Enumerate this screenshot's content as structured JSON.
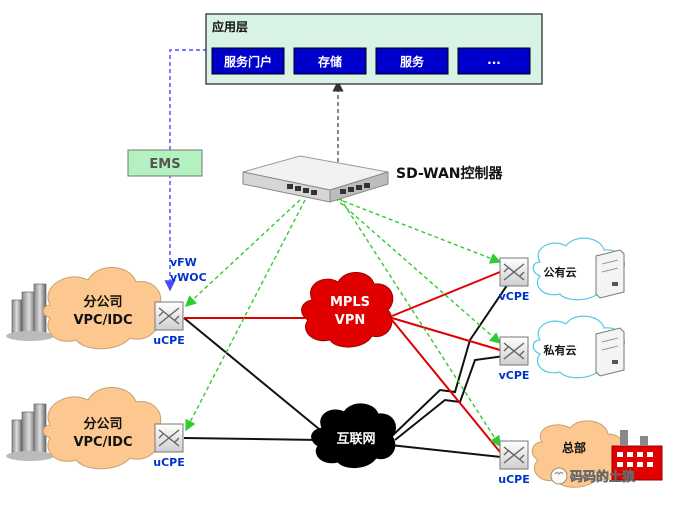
{
  "app_layer": {
    "title": "应用层",
    "buttons": [
      "服务门户",
      "存储",
      "服务",
      "..."
    ]
  },
  "ems": {
    "label": "EMS"
  },
  "controller": {
    "label": "SD-WAN控制器"
  },
  "branches": [
    {
      "name": "分公司",
      "sub": "VPC/IDC",
      "device": "uCPE",
      "vnf": [
        "vFW",
        "vWOC"
      ]
    },
    {
      "name": "分公司",
      "sub": "VPC/IDC",
      "device": "uCPE"
    }
  ],
  "networks": {
    "mpls": [
      "MPLS",
      "VPN"
    ],
    "internet": "互联网"
  },
  "right_sites": [
    {
      "device": "vCPE",
      "cloud": "公有云"
    },
    {
      "device": "vCPE",
      "cloud": "私有云"
    },
    {
      "device": "uCPE",
      "cloud": "总部"
    }
  ],
  "watermark": "码码的土狼",
  "colors": {
    "app_layer_bg": "#d9f2e6",
    "app_button": "#0000cc",
    "ems_bg": "#b3f2c0",
    "branch_cloud": "#fcc88f",
    "mpls_cloud": "#e00000",
    "internet_cloud": "#000000",
    "red_link": "#e00000",
    "green_dashed": "#2ecc2e",
    "blue_dashed": "#4a4aff"
  }
}
